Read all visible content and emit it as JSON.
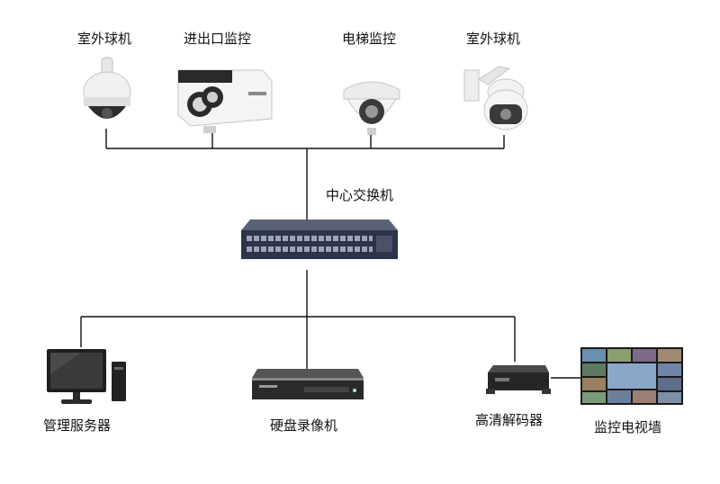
{
  "labels": {
    "cam1": "室外球机",
    "cam2": "进出口监控",
    "cam3": "电梯监控",
    "cam4": "室外球机",
    "switch": "中心交换机",
    "server": "管理服务器",
    "nvr": "硬盘录像机",
    "decoder": "高清解码器",
    "videowall": "监控电视墙"
  },
  "colors": {
    "line": "#111111",
    "device_dark": "#2a2a2a",
    "switch_body": "#2d3348",
    "camera_white": "#f2f2f2"
  }
}
